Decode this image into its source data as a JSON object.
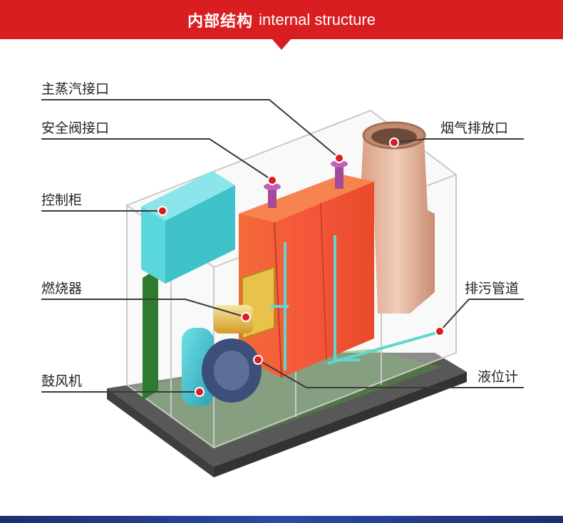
{
  "header": {
    "title_cn": "内部结构",
    "title_en": "internal structure"
  },
  "labels": {
    "main_steam_port": "主蒸汽接口",
    "safety_valve_port": "安全阀接口",
    "control_cabinet": "控制柜",
    "burner": "燃烧器",
    "blower": "鼓风机",
    "flue_gas_outlet": "烟气排放口",
    "drain_pipe": "排污管道",
    "level_gauge": "液位计"
  },
  "colors": {
    "accent": "#d91e22",
    "boiler_body": "#f15a2b",
    "control_box": "#4fd3d6",
    "pipe": "#5fd6d0",
    "chimney": "#e8b79c",
    "base": "#4a4a4a",
    "frame_stripe": "#2f7a2f",
    "bottom_bar": "#2c4aa8"
  }
}
